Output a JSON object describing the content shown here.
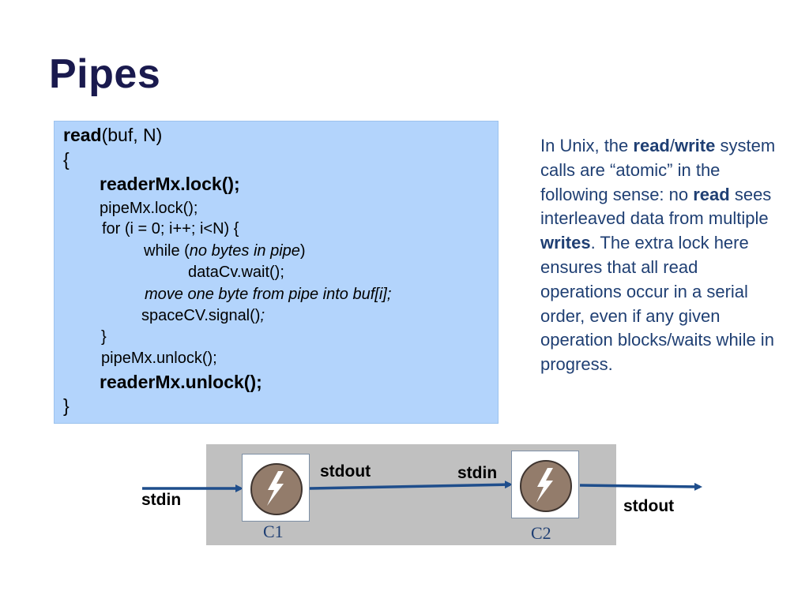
{
  "slide": {
    "title": "Pipes"
  },
  "code": {
    "line1_keyword": "read",
    "line1_rest": "(buf, N)",
    "open_brace": "{",
    "reader_lock": "readerMx.lock();",
    "pipe_lock": "pipeMx.lock();",
    "for_line": "for (i = 0; i++; i<N) {",
    "while_prefix": "while (",
    "while_cond": "no bytes in pipe",
    "while_suffix": ")",
    "data_wait": "dataCv.wait();",
    "move_line": "move one byte from pipe into buf[i];",
    "space_signal": "spaceCV.signal()",
    "space_semicolon": ";",
    "inner_close": "}",
    "pipe_unlock": "pipeMx.unlock();",
    "reader_unlock": "readerMx.unlock();",
    "close_brace": "}"
  },
  "note": {
    "t1": "In Unix, the ",
    "read": "read",
    "slash": "/",
    "write": "write",
    "t2": " system calls are “atomic” in the following sense: no ",
    "read2": "read",
    "t3": " sees interleaved data from multiple ",
    "writes": "writes",
    "t4": ".   The extra lock here ensures that all read operations occur in a serial order, even if any given operation blocks/waits while in progress."
  },
  "diagram": {
    "stdin_left": "stdin",
    "stdout_middle": "stdout",
    "stdin_middle": "stdin",
    "stdout_right": "stdout",
    "process1": "C1",
    "process2": "C2",
    "arrow_color": "#1f4e8c",
    "process_icon": "lightning-bolt-icon"
  }
}
